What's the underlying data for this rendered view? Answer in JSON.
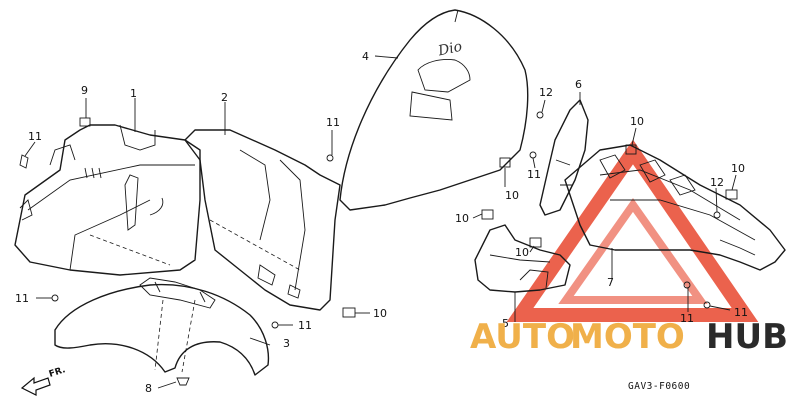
{
  "diagram": {
    "code": "GAV3-F0600",
    "direction_label": "FR.",
    "emblem_text": "Dio",
    "callouts": [
      {
        "id": "c1",
        "label": "1"
      },
      {
        "id": "c2",
        "label": "2"
      },
      {
        "id": "c3",
        "label": "3"
      },
      {
        "id": "c4",
        "label": "4"
      },
      {
        "id": "c5",
        "label": "5"
      },
      {
        "id": "c6",
        "label": "6"
      },
      {
        "id": "c7",
        "label": "7"
      },
      {
        "id": "c8",
        "label": "8"
      },
      {
        "id": "c9",
        "label": "9"
      },
      {
        "id": "c10a",
        "label": "10"
      },
      {
        "id": "c10b",
        "label": "10"
      },
      {
        "id": "c10c",
        "label": "10"
      },
      {
        "id": "c10d",
        "label": "10"
      },
      {
        "id": "c10e",
        "label": "10"
      },
      {
        "id": "c10f",
        "label": "10"
      },
      {
        "id": "c11a",
        "label": "11"
      },
      {
        "id": "c11b",
        "label": "11"
      },
      {
        "id": "c11c",
        "label": "11"
      },
      {
        "id": "c11d",
        "label": "11"
      },
      {
        "id": "c11e",
        "label": "11"
      },
      {
        "id": "c11f",
        "label": "11"
      },
      {
        "id": "c11g",
        "label": "11"
      },
      {
        "id": "c12a",
        "label": "12"
      },
      {
        "id": "c12b",
        "label": "12"
      }
    ]
  },
  "watermark": {
    "part1": "AUTO",
    "part2": "MOTO",
    "part3": "HUB",
    "color_primary": "#f0b04a",
    "color_secondary": "#2a2a2a",
    "triangle_color": "#e8472f"
  }
}
